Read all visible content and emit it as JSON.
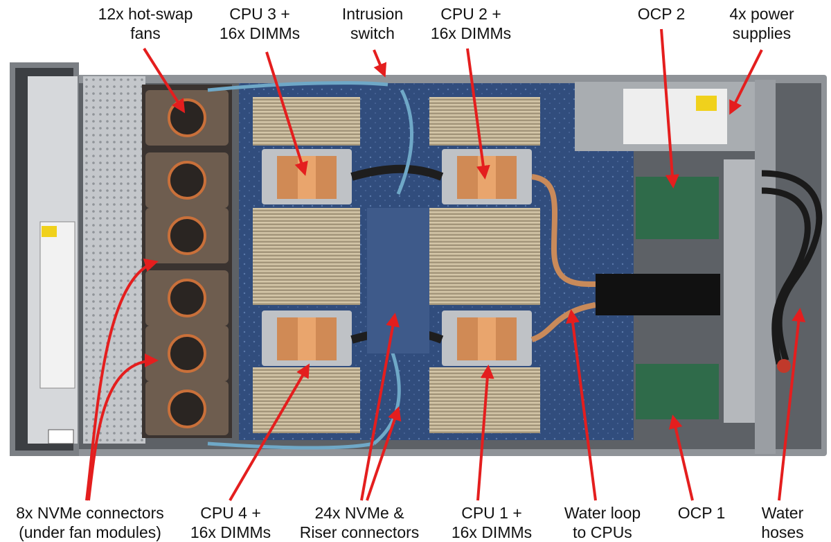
{
  "labels": {
    "fans": [
      "12x hot-swap",
      "fans"
    ],
    "cpu3": [
      "CPU 3 +",
      "16x DIMMs"
    ],
    "intrusion": [
      "Intrusion",
      "switch"
    ],
    "cpu2": [
      "CPU 2 +",
      "16x DIMMs"
    ],
    "ocp2": [
      "OCP 2"
    ],
    "psu": [
      "4x power",
      "supplies"
    ],
    "nvme8": [
      "8x NVMe connectors",
      "(under fan modules)"
    ],
    "cpu4": [
      "CPU 4 +",
      "16x DIMMs"
    ],
    "nvme24": [
      "24x NVMe &",
      "Riser connectors"
    ],
    "cpu1": [
      "CPU 1 +",
      "16x DIMMs"
    ],
    "waterloop": [
      "Water loop",
      "to CPUs"
    ],
    "ocp1": [
      "OCP 1"
    ],
    "hoses": [
      "Water",
      "hoses"
    ]
  },
  "colors": {
    "arrow": "#e41e1e",
    "chassis": "#9a9ea3",
    "board": "#2f4a78",
    "dimm": "#b8a98c",
    "heatsink": "#c98a5a",
    "fan": "#6b5a4c",
    "hose": "#1a1a1a"
  }
}
